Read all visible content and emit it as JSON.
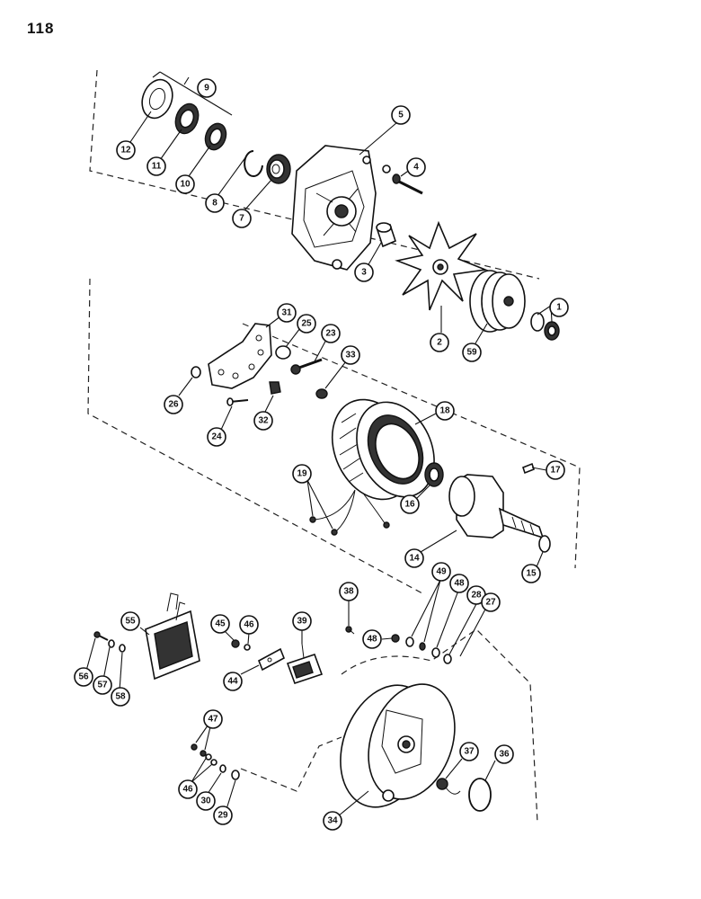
{
  "page_number": "118",
  "callouts": [
    "1",
    "2",
    "3",
    "4",
    "5",
    "7",
    "8",
    "9",
    "10",
    "11",
    "12",
    "14",
    "15",
    "16",
    "17",
    "18",
    "19",
    "23",
    "24",
    "25",
    "26",
    "27",
    "28",
    "29",
    "30",
    "31",
    "32",
    "33",
    "34",
    "36",
    "37",
    "38",
    "39",
    "44",
    "45",
    "46",
    "47",
    "48",
    "49",
    "55",
    "56",
    "57",
    "58",
    "59"
  ]
}
